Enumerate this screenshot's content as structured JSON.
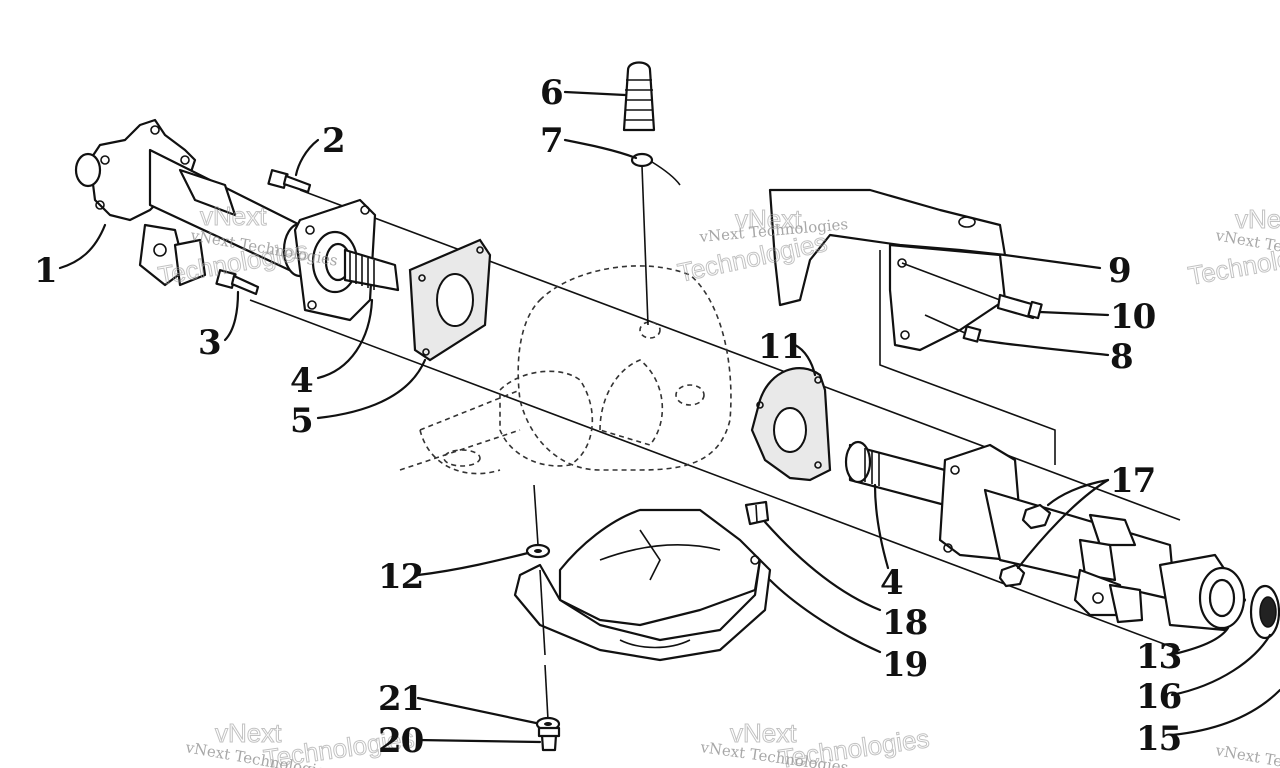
{
  "callouts": [
    {
      "id": "c1",
      "label": "1"
    },
    {
      "id": "c2",
      "label": "2"
    },
    {
      "id": "c3",
      "label": "3"
    },
    {
      "id": "c4a",
      "label": "4"
    },
    {
      "id": "c5",
      "label": "5"
    },
    {
      "id": "c6",
      "label": "6"
    },
    {
      "id": "c7",
      "label": "7"
    },
    {
      "id": "c9",
      "label": "9"
    },
    {
      "id": "c10",
      "label": "10"
    },
    {
      "id": "c8",
      "label": "8"
    },
    {
      "id": "c11",
      "label": "11"
    },
    {
      "id": "c17",
      "label": "17"
    },
    {
      "id": "c4b",
      "label": "4"
    },
    {
      "id": "c12",
      "label": "12"
    },
    {
      "id": "c18",
      "label": "18"
    },
    {
      "id": "c19",
      "label": "19"
    },
    {
      "id": "c13",
      "label": "13"
    },
    {
      "id": "c16",
      "label": "16"
    },
    {
      "id": "c21",
      "label": "21"
    },
    {
      "id": "c20",
      "label": "20"
    },
    {
      "id": "c15",
      "label": "15"
    }
  ],
  "watermarks": {
    "brand": "vNext Technologies",
    "logo": "vNext",
    "sub": "Technologies"
  },
  "colors": {
    "ink": "#111111",
    "paper": "#ffffff",
    "watermark": "#8a8a8a"
  }
}
